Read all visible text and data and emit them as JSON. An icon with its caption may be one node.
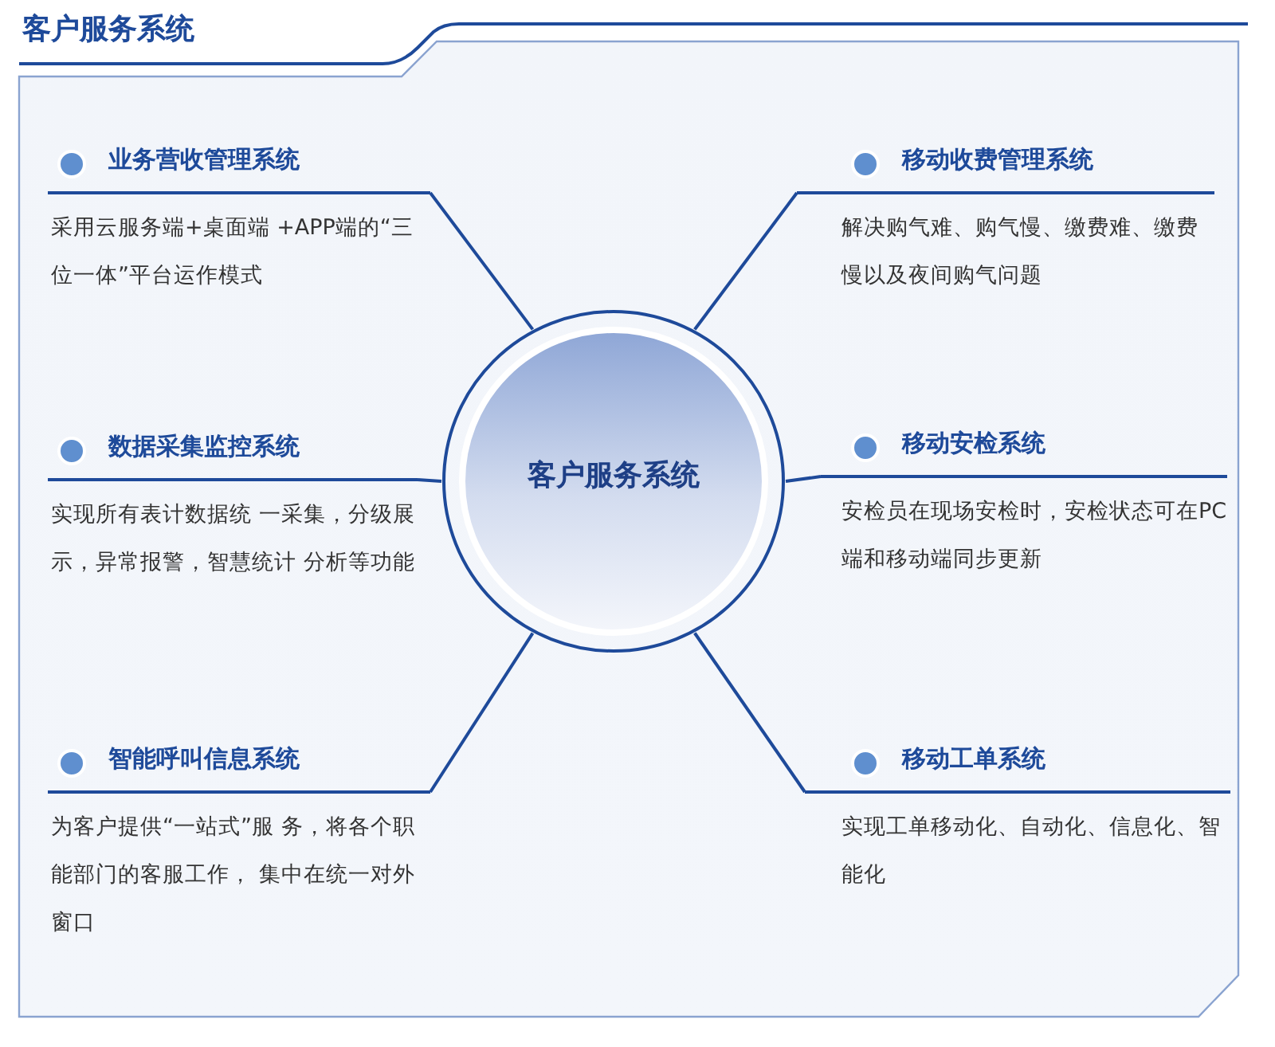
{
  "diagram": {
    "title": "客户服务系统",
    "nodes": [
      {
        "text": [
          "业务营收管理系统",
          "采用云服务端+桌面端 +APP端的“三位一体”平台运作模式"
        ]
      },
      {
        "text": [
          "移动收费管理系统",
          "解决购气难、购气慢、缴费难、缴费慢以及夜间购气问题"
        ]
      },
      {
        "text": [
          "数据采集监控系统",
          "实现所有表计数据统 一采集，分级展示，异常报警，智慧统计 分析等功能"
        ]
      },
      {
        "text": [
          "客户服务系统"
        ]
      },
      {
        "text": [
          "移动安检系统",
          "安检员在现场安检时，安检状态可在PC端和移动端同步更新"
        ]
      },
      {
        "text": [
          "智能呼叫信息系统",
          "为客户提供“一站式”服 务，将各个职能部门的客服工作， 集中在统一对外窗口"
        ]
      },
      {
        "text": [
          "移动工单系统",
          "实现工单移动化、自动化、信息化、智能化"
        ]
      }
    ],
    "edges": [
      {
        "from": 3,
        "to": 0,
        "arrow": "none"
      },
      {
        "from": 3,
        "to": 1,
        "arrow": "none"
      },
      {
        "from": 3,
        "to": 2,
        "arrow": "none"
      },
      {
        "from": 3,
        "to": 4,
        "arrow": "none"
      },
      {
        "from": 3,
        "to": 5,
        "arrow": "none"
      },
      {
        "from": 3,
        "to": 6,
        "arrow": "none"
      }
    ]
  }
}
